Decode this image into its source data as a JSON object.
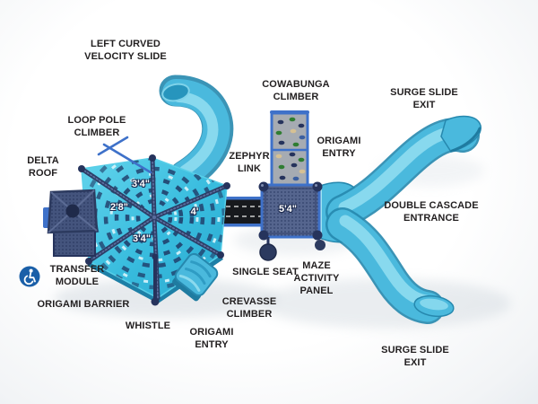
{
  "diagram": {
    "product_labels": [
      {
        "id": "left-curved-velocity-slide",
        "text": "LEFT CURVED\nVELOCITY SLIDE"
      },
      {
        "id": "cowabunga-climber",
        "text": "COWABUNGA\nCLIMBER"
      },
      {
        "id": "surge-slide-exit-top",
        "text": "SURGE SLIDE\nEXIT"
      },
      {
        "id": "loop-pole-climber",
        "text": "LOOP POLE\nCLIMBER"
      },
      {
        "id": "delta-roof",
        "text": "DELTA\nROOF"
      },
      {
        "id": "zephyr-link",
        "text": "ZEPHYR\nLINK"
      },
      {
        "id": "origami-entry-top",
        "text": "ORIGAMI\nENTRY"
      },
      {
        "id": "double-cascade-entrance",
        "text": "DOUBLE CASCADE\nENTRANCE"
      },
      {
        "id": "transfer-module",
        "text": "TRANSFER\nMODULE"
      },
      {
        "id": "origami-barrier",
        "text": "ORIGAMI BARRIER"
      },
      {
        "id": "whistle",
        "text": "WHISTLE"
      },
      {
        "id": "single-seat",
        "text": "SINGLE SEAT"
      },
      {
        "id": "crevasse-climber",
        "text": "CREVASSE\nCLIMBER"
      },
      {
        "id": "origami-entry-bottom",
        "text": "ORIGAMI\nENTRY"
      },
      {
        "id": "maze-activity-panel",
        "text": "MAZE\nACTIVITY\nPANEL"
      },
      {
        "id": "surge-slide-exit-bottom",
        "text": "SURGE SLIDE\nEXIT"
      }
    ],
    "deck_measurements": [
      {
        "id": "hex-deck-top-left",
        "text": "3'4\""
      },
      {
        "id": "hex-deck-left",
        "text": "2'8\""
      },
      {
        "id": "hex-deck-right",
        "text": "4'"
      },
      {
        "id": "hex-deck-bottom",
        "text": "3'4\""
      },
      {
        "id": "square-deck",
        "text": "5'4\""
      }
    ],
    "icons": [
      {
        "id": "accessibility-icon",
        "meaning": "wheelchair accessible"
      }
    ],
    "colors": {
      "slide_blue": "#4ab9dd",
      "slide_highlight": "#8bdaee",
      "deck_turquoise": "#3bc0e0",
      "structure_navy": "#2c3a5f",
      "frame_blue": "#3e71c9",
      "label_text": "#221f20",
      "accessibility_blue": "#1a5fa8"
    }
  }
}
